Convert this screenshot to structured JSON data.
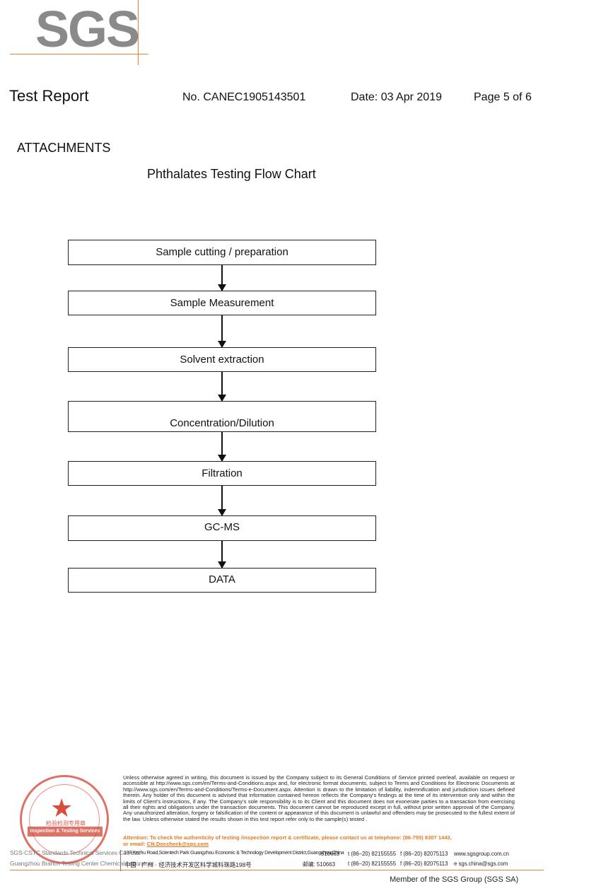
{
  "logo": {
    "text": "SGS",
    "accent": "#e0843a"
  },
  "header": {
    "title": "Test Report",
    "report_no": "No. CANEC1905143501",
    "date": "Date: 03 Apr 2019",
    "page": "Page 5 of 6"
  },
  "section_heading": "ATTACHMENTS",
  "flow_title": "Phthalates Testing Flow Chart",
  "flow_steps": [
    "Sample cutting / preparation",
    "Sample Measurement",
    "Solvent extraction",
    "Concentration/Dilution",
    "Filtration",
    "GC-MS",
    "DATA"
  ],
  "footer": {
    "disclaimer": "Unless otherwise agreed in writing, this document is issued by the Company subject to its General Conditions of Service printed overleaf, available on request or accessible at http://www.sgs.com/en/Terms-and-Conditions.aspx and, for electronic format documents, subject to Terms and Conditions for Electronic Documents at http://www.sgs.com/en/Terms-and-Conditions/Terms-e-Document.aspx. Attention is drawn to the limitation of liability, indemnification and jurisdiction issues defined therein. Any holder of this document is advised that information contained hereon reflects the Company's findings at the time of its intervention only and within the limits of Client's instructions, if any. The Company's sole responsibility is to its Client and this document does not exonerate parties to a transaction from exercising all their rights and obligations under the transaction documents. This document cannot be reproduced except in full, without prior written approval of the Company. Any unauthorized alteration, forgery or falsification of the content or appearance of this document is unlawful and offenders may be prosecuted to the fullest extent of the law. Unless otherwise stated the results shown in this test report refer only to the sample(s) tested .",
    "attention": "Attention: To check the authenticity of testing /inspection report & certificate, please contact us at telephone: (86-755) 8307 1443,",
    "email_prefix": "or email: ",
    "email": "CN.Doccheck@sgs.com",
    "lab_line1": "SGS-CSTC Standards Technical Services Co., Ltd.",
    "lab_line2": "Guangzhou Branch Testing Center Chemical Laboratory.",
    "addr_en": "198 Kezhu Road,Scientech Park Guangzhou Economic & Technology Development District,Guangzhou,China",
    "zip_en": "510663",
    "addr_cn": "中国 · 广州 · 经济技术开发区科学城科珠路198号",
    "zip_cn": "邮编: 510663",
    "tel": "t (86–20) 82155555",
    "fax": "f (86–20) 82075113",
    "web": "www.sgsgroup.com.cn",
    "email2": "e sgs.china@sgs.com",
    "member": "Member of the SGS Group (SGS SA)",
    "seal_band": "Inspection & Testing Services",
    "seal_cn": "检验检测专用章"
  }
}
